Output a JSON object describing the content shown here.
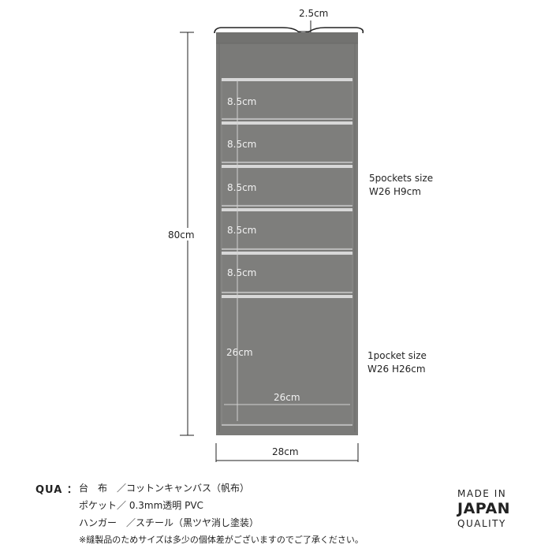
{
  "labels": {
    "hanger_width": "2.5cm",
    "total_height": "80cm",
    "pocket_heights": [
      "8.5cm",
      "8.5cm",
      "8.5cm",
      "8.5cm",
      "8.5cm"
    ],
    "large_pocket_height": "26cm",
    "inner_width": "26cm",
    "total_width": "28cm"
  },
  "notes": {
    "five_pockets_line1": "5pockets size",
    "five_pockets_line2": "W26 H9cm",
    "one_pocket_line1": "1pocket size",
    "one_pocket_line2": "W26 H26cm"
  },
  "spec": {
    "title": "QUA ：",
    "line1": "台　布　／コットンキャンバス（帆布）",
    "line2": "ポケット／ 0.3mm透明 PVC",
    "line3": "ハンガー　／スチール（黒ツヤ消し塗装）",
    "note": "※縫製品のためサイズは多少の個体差がございますのでご了承ください。"
  },
  "badge": {
    "line1": "MADE IN",
    "line2": "JAPAN",
    "line3": "QUALITY"
  },
  "colors": {
    "fabric": "#7a7a78",
    "fabric_edge": "#6b6b69",
    "pocket_edge": "#d8d8d8",
    "line": "#222222"
  }
}
